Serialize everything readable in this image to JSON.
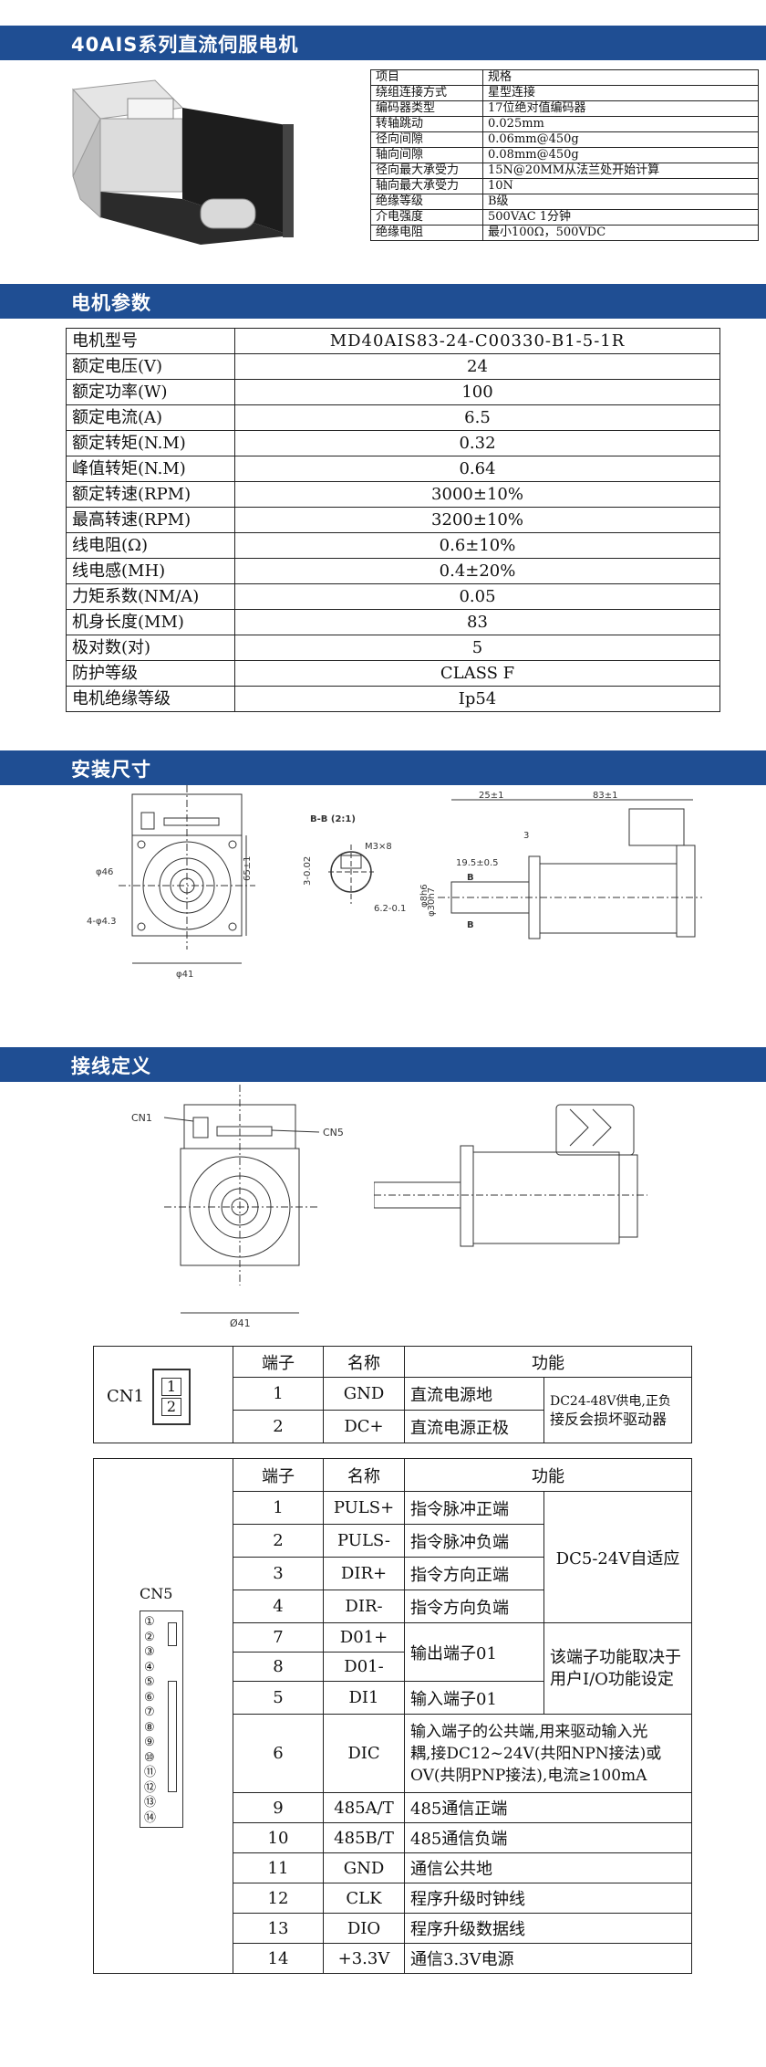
{
  "sections": {
    "title": "40AIS系列直流伺服电机",
    "params": "电机参数",
    "install": "安装尺寸",
    "wiring": "接线定义"
  },
  "spec_table": {
    "header": [
      "项目",
      "规格"
    ],
    "rows": [
      [
        "绕组连接方式",
        "星型连接"
      ],
      [
        "编码器类型",
        "17位绝对值编码器"
      ],
      [
        "转轴跳动",
        "0.025mm"
      ],
      [
        "径向间隙",
        "0.06mm@450g"
      ],
      [
        "轴向间隙",
        "0.08mm@450g"
      ],
      [
        "径向最大承受力",
        "15N@20MM从法兰处开始计算"
      ],
      [
        "轴向最大承受力",
        "10N"
      ],
      [
        "绝缘等级",
        "B级"
      ],
      [
        "介电强度",
        "500VAC 1分钟"
      ],
      [
        "绝缘电阻",
        "最小100Ω，500VDC"
      ]
    ]
  },
  "param_table": {
    "rows": [
      [
        "电机型号",
        "MD40AIS83-24-C00330-B1-5-1R"
      ],
      [
        "额定电压(V)",
        "24"
      ],
      [
        "额定功率(W)",
        "100"
      ],
      [
        "额定电流(A)",
        "6.5"
      ],
      [
        "额定转矩(N.M)",
        "0.32"
      ],
      [
        "峰值转矩(N.M)",
        "0.64"
      ],
      [
        "额定转速(RPM)",
        "3000±10%"
      ],
      [
        "最高转速(RPM)",
        "3200±10%"
      ],
      [
        "线电阻(Ω)",
        "0.6±10%"
      ],
      [
        "线电感(MH)",
        "0.4±20%"
      ],
      [
        "力矩系数(NM/A)",
        "0.05"
      ],
      [
        "机身长度(MM)",
        "83"
      ],
      [
        "极对数(对)",
        "5"
      ],
      [
        "防护等级",
        "CLASS F"
      ],
      [
        "电机绝缘等级",
        "Ip54"
      ]
    ]
  },
  "drawing_labels": {
    "phi46": "φ46",
    "d65": "65±1",
    "holes": "4-φ4.3",
    "phi41": "φ41",
    "bb": "B-B (2:1)",
    "m3": "M3×8",
    "d3": "3-0.02",
    "d62": "6.2-0.1",
    "d25": "25±1",
    "d83": "83±1",
    "d3b": "3",
    "d195": "19.5±0.5",
    "phi30": "φ30h7",
    "phi8": "φ8h6",
    "b1": "B",
    "b2": "B",
    "cn1": "CN1",
    "cn5": "CN5",
    "phi41b": "Ø41"
  },
  "cn1_table": {
    "label": "CN1",
    "pins": [
      "1",
      "2"
    ],
    "header": [
      "端子",
      "名称",
      "功能"
    ],
    "rows": [
      [
        "1",
        "GND",
        "直流电源地"
      ],
      [
        "2",
        "DC+",
        "直流电源正极"
      ]
    ],
    "note1": "DC24-48V供电,正负",
    "note2": "接反会损坏驱动器"
  },
  "cn5_table": {
    "label": "CN5",
    "pins": [
      "①",
      "②",
      "③",
      "④",
      "⑤",
      "⑥",
      "⑦",
      "⑧",
      "⑨",
      "⑩",
      "⑪",
      "⑫",
      "⑬",
      "⑭"
    ],
    "header": [
      "端子",
      "名称",
      "功能"
    ],
    "rows": [
      [
        "1",
        "PULS+",
        "指令脉冲正端"
      ],
      [
        "2",
        "PULS-",
        "指令脉冲负端"
      ],
      [
        "3",
        "DIR+",
        "指令方向正端"
      ],
      [
        "4",
        "DIR-",
        "指令方向负端"
      ],
      [
        "7",
        "D01+",
        ""
      ],
      [
        "8",
        "D01-",
        ""
      ],
      [
        "5",
        "DI1",
        "输入端子01"
      ],
      [
        "6",
        "DIC",
        ""
      ],
      [
        "9",
        "485A/T",
        "485通信正端"
      ],
      [
        "10",
        "485B/T",
        "485通信负端"
      ],
      [
        "11",
        "GND",
        "通信公共地"
      ],
      [
        "12",
        "CLK",
        "程序升级时钟线"
      ],
      [
        "13",
        "DIO",
        "程序升级数据线"
      ],
      [
        "14",
        "+3.3V",
        "通信3.3V电源"
      ]
    ],
    "group_dc": "DC5-24V自适应",
    "out01": "输出端子01",
    "io_note1": "该端子功能取决于",
    "io_note2": "用户I/O功能设定",
    "dic1": "输入端子的公共端,用来驱动输入光",
    "dic2": "耦,接DC12~24V(共阳NPN接法)或",
    "dic3": "OV(共阴PNP接法),电流≥100mA"
  }
}
